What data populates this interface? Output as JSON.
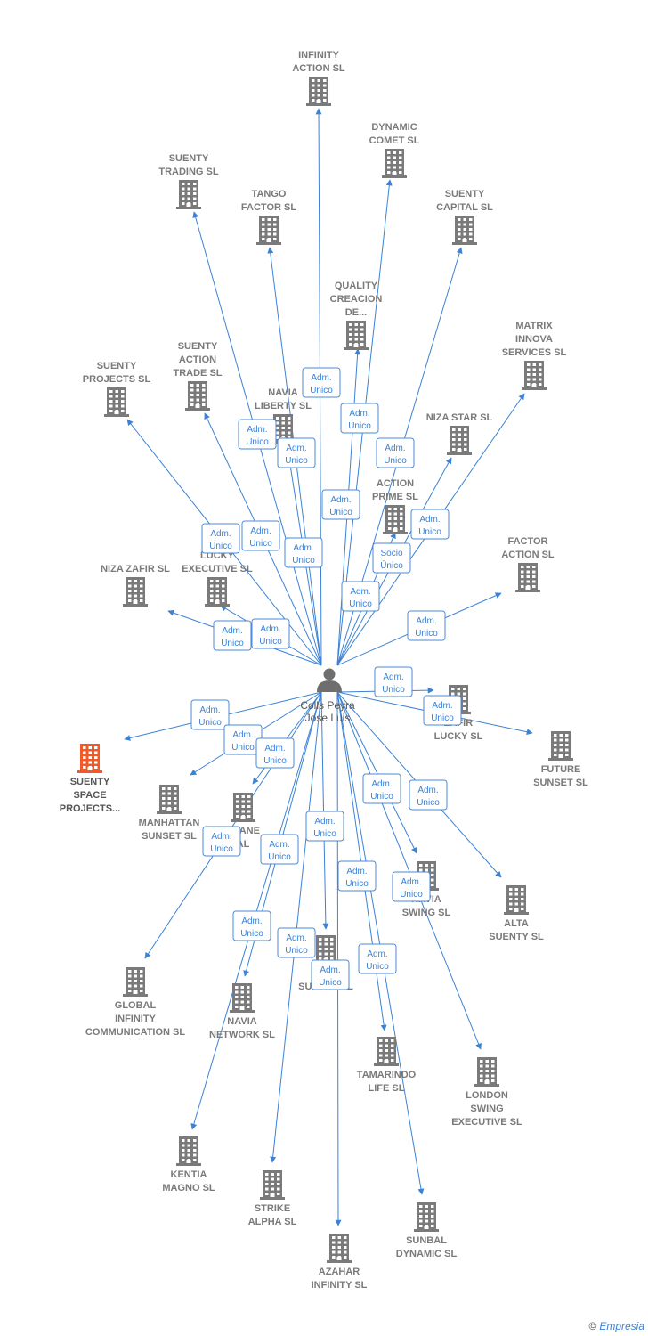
{
  "diagram": {
    "center": {
      "lines": [
        "Colls Peyra",
        "Jose Luis"
      ],
      "icon": "person-icon"
    },
    "colors": {
      "edge": "#3b82d6",
      "company": "#7a7a7a",
      "focus": "#f05a28",
      "badge_border": "#4a8ad8"
    },
    "companies": [
      {
        "id": "infinity-action",
        "lines": [
          "INFINITY",
          "ACTION SL"
        ]
      },
      {
        "id": "dynamic-comet",
        "lines": [
          "DYNAMIC",
          "COMET SL"
        ]
      },
      {
        "id": "suenty-trading",
        "lines": [
          "SUENTY",
          "TRADING SL"
        ]
      },
      {
        "id": "tango-factor",
        "lines": [
          "TANGO",
          "FACTOR SL"
        ]
      },
      {
        "id": "suenty-capital",
        "lines": [
          "SUENTY",
          "CAPITAL SL"
        ]
      },
      {
        "id": "quality-creacion",
        "lines": [
          "QUALITY",
          "CREACION",
          "DE..."
        ]
      },
      {
        "id": "matrix-innova",
        "lines": [
          "MATRIX",
          "INNOVA",
          "SERVICES SL"
        ]
      },
      {
        "id": "suenty-projects",
        "lines": [
          "SUENTY",
          "PROJECTS SL"
        ]
      },
      {
        "id": "suenty-action-trade",
        "lines": [
          "SUENTY",
          "ACTION",
          "TRADE SL"
        ]
      },
      {
        "id": "navia-liberty",
        "lines": [
          "NAVIA",
          "LIBERTY SL"
        ]
      },
      {
        "id": "niza-star",
        "lines": [
          "NIZA STAR SL"
        ]
      },
      {
        "id": "action-prime",
        "lines": [
          "ACTION",
          "PRIME SL"
        ]
      },
      {
        "id": "factor-action",
        "lines": [
          "FACTOR",
          "ACTION SL"
        ]
      },
      {
        "id": "niza-zafir",
        "lines": [
          "NIZA ZAFIR SL"
        ]
      },
      {
        "id": "lucky-executive",
        "lines": [
          "LUCKY",
          "EXECUTIVE SL"
        ]
      },
      {
        "id": "zafir-lucky",
        "lines": [
          "ZAFIR",
          "LUCKY SL"
        ]
      },
      {
        "id": "future-sunset",
        "lines": [
          "FUTURE",
          "SUNSET SL"
        ]
      },
      {
        "id": "suenty-space",
        "lines": [
          "SUENTY",
          "SPACE",
          "PROJECTS..."
        ],
        "focus": true
      },
      {
        "id": "manhattan-sunset",
        "lines": [
          "MANHATTAN",
          "SUNSET SL"
        ]
      },
      {
        "id": "trane-al",
        "lines": [
          "TRANE",
          "AL"
        ]
      },
      {
        "id": "navia-swing",
        "lines": [
          "NAVIA",
          "SWING SL"
        ]
      },
      {
        "id": "alta-suenty",
        "lines": [
          "ALTA",
          "SUENTY SL"
        ]
      },
      {
        "id": "global-infinity",
        "lines": [
          "GLOBAL",
          "INFINITY",
          "COMMUNICATION SL"
        ]
      },
      {
        "id": "navia-network",
        "lines": [
          "NAVIA",
          "NETWORK SL"
        ]
      },
      {
        "id": "l-sunset",
        "lines": [
          "L",
          "SUNSET SL"
        ]
      },
      {
        "id": "tamarindo-life",
        "lines": [
          "TAMARINDO",
          "LIFE SL"
        ]
      },
      {
        "id": "london-swing",
        "lines": [
          "LONDON",
          "SWING",
          "EXECUTIVE SL"
        ]
      },
      {
        "id": "kentia-magno",
        "lines": [
          "KENTIA",
          "MAGNO SL"
        ]
      },
      {
        "id": "strike-alpha",
        "lines": [
          "STRIKE",
          "ALPHA SL"
        ]
      },
      {
        "id": "azahar-infinity",
        "lines": [
          "AZAHAR",
          "INFINITY SL"
        ]
      },
      {
        "id": "sunbal-dynamic",
        "lines": [
          "SUNBAL",
          "DYNAMIC SL"
        ]
      }
    ],
    "badges": [
      [
        "Adm.",
        "Unico"
      ],
      [
        "Adm.",
        "Unico"
      ],
      [
        "Adm.",
        "Unico"
      ],
      [
        "Adm.",
        "Unico"
      ],
      [
        "Adm.",
        "Unico"
      ],
      [
        "Adm.",
        "Unico"
      ],
      [
        "Adm.",
        "Unico"
      ],
      [
        "Adm.",
        "Unico"
      ],
      [
        "Adm.",
        "Unico"
      ],
      [
        "Adm.",
        "Unico"
      ],
      [
        "Adm.",
        "Unico"
      ],
      [
        "Socio",
        "Único"
      ],
      [
        "Adm.",
        "Unico"
      ],
      [
        "Adm.",
        "Unico"
      ],
      [
        "Adm.",
        "Unico"
      ],
      [
        "Adm.",
        "Unico"
      ],
      [
        "Adm.",
        "Unico"
      ],
      [
        "Adm.",
        "Unico"
      ],
      [
        "Adm.",
        "Unico"
      ],
      [
        "Adm.",
        "Unico"
      ],
      [
        "Adm.",
        "Unico"
      ],
      [
        "Adm.",
        "Unico"
      ],
      [
        "Adm.",
        "Unico"
      ],
      [
        "Adm.",
        "Unico"
      ],
      [
        "Adm.",
        "Unico"
      ],
      [
        "Adm.",
        "Unico"
      ],
      [
        "Adm.",
        "Unico"
      ],
      [
        "Adm.",
        "Unico"
      ],
      [
        "Adm.",
        "Unico"
      ],
      [
        "Adm.",
        "Unico"
      ],
      [
        "Adm.",
        "Unico"
      ]
    ]
  },
  "footer": {
    "copyright": "©",
    "brand": "Empresia"
  }
}
